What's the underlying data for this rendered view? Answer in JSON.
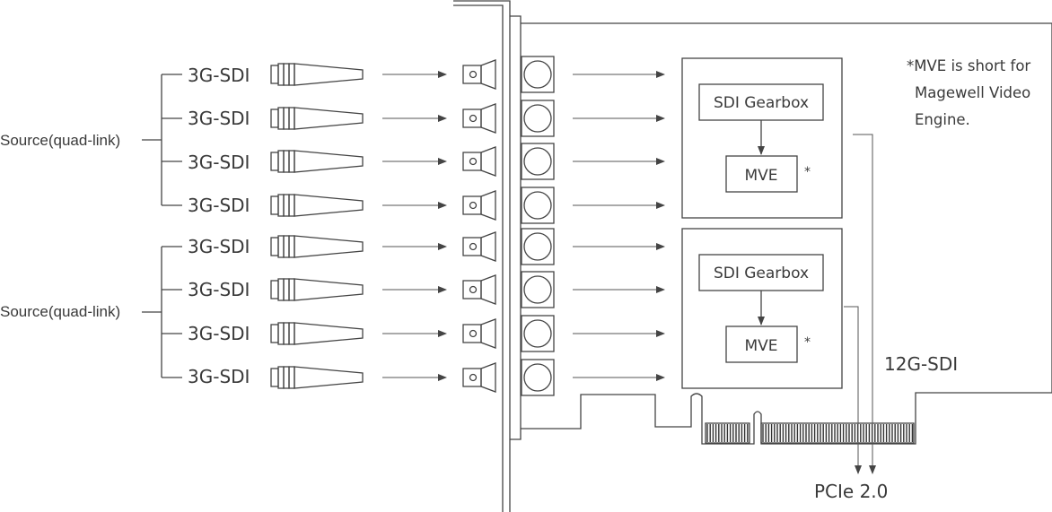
{
  "sources": [
    {
      "label": "Source(quad-link)"
    },
    {
      "label": "Source(quad-link)"
    }
  ],
  "inputs": [
    "3G-SDI",
    "3G-SDI",
    "3G-SDI",
    "3G-SDI",
    "3G-SDI",
    "3G-SDI",
    "3G-SDI",
    "3G-SDI"
  ],
  "engines": [
    {
      "gearbox": "SDI Gearbox",
      "mve": "MVE",
      "asterisk": "*"
    },
    {
      "gearbox": "SDI Gearbox",
      "mve": "MVE",
      "asterisk": "*"
    }
  ],
  "note_lines": [
    "*MVE is short for",
    "Magewell Video",
    "Engine."
  ],
  "output_label": "12G-SDI",
  "bus_label": "PCIe 2.0",
  "colors": {
    "line": "#444444",
    "text": "#3a3a3a",
    "background": "#ffffff"
  }
}
